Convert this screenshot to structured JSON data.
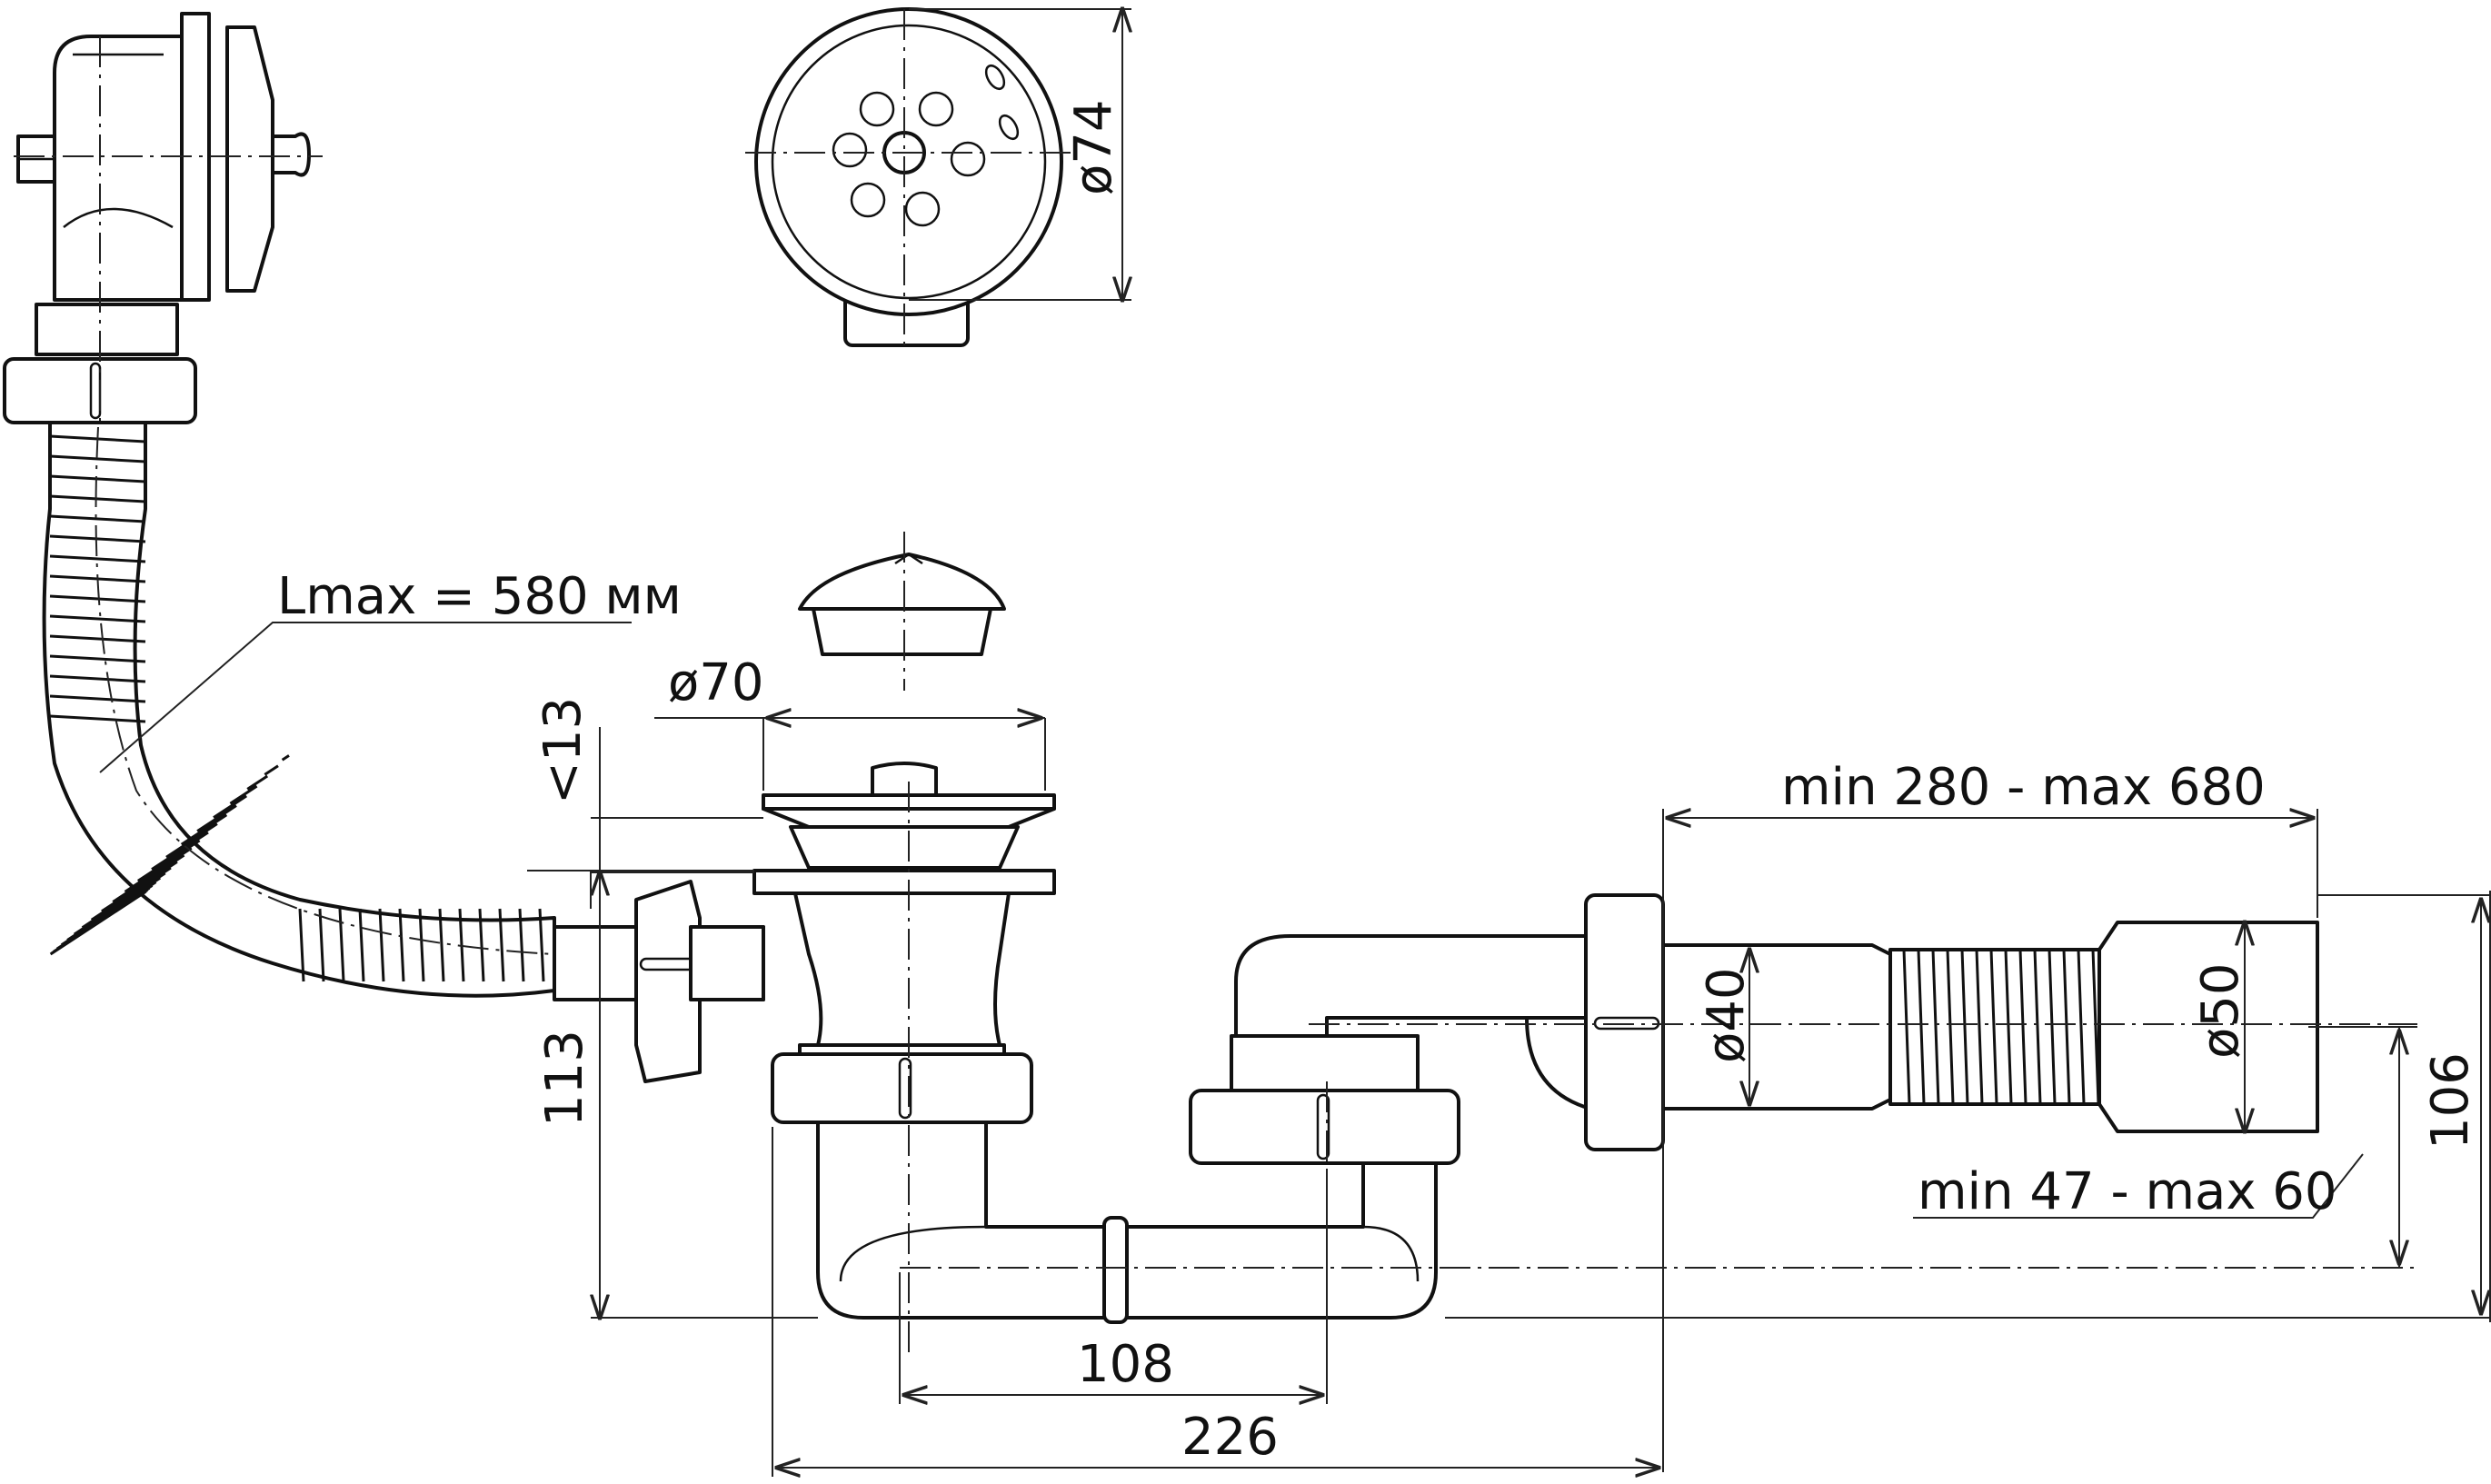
{
  "dimensions": {
    "hose_length": "Lmax = 580 мм",
    "stopper_diameter": "ø70",
    "grate_diameter": "ø74",
    "rim_thickness": "<13",
    "overflow_height": "113",
    "outlet_range": "min 280 - max 680",
    "pipe_inner": "ø40",
    "pipe_outer": "ø50",
    "outlet_height": "106",
    "seal_range": "min 47 - max 60",
    "pitch_between_centers": "108",
    "total_width": "226"
  }
}
